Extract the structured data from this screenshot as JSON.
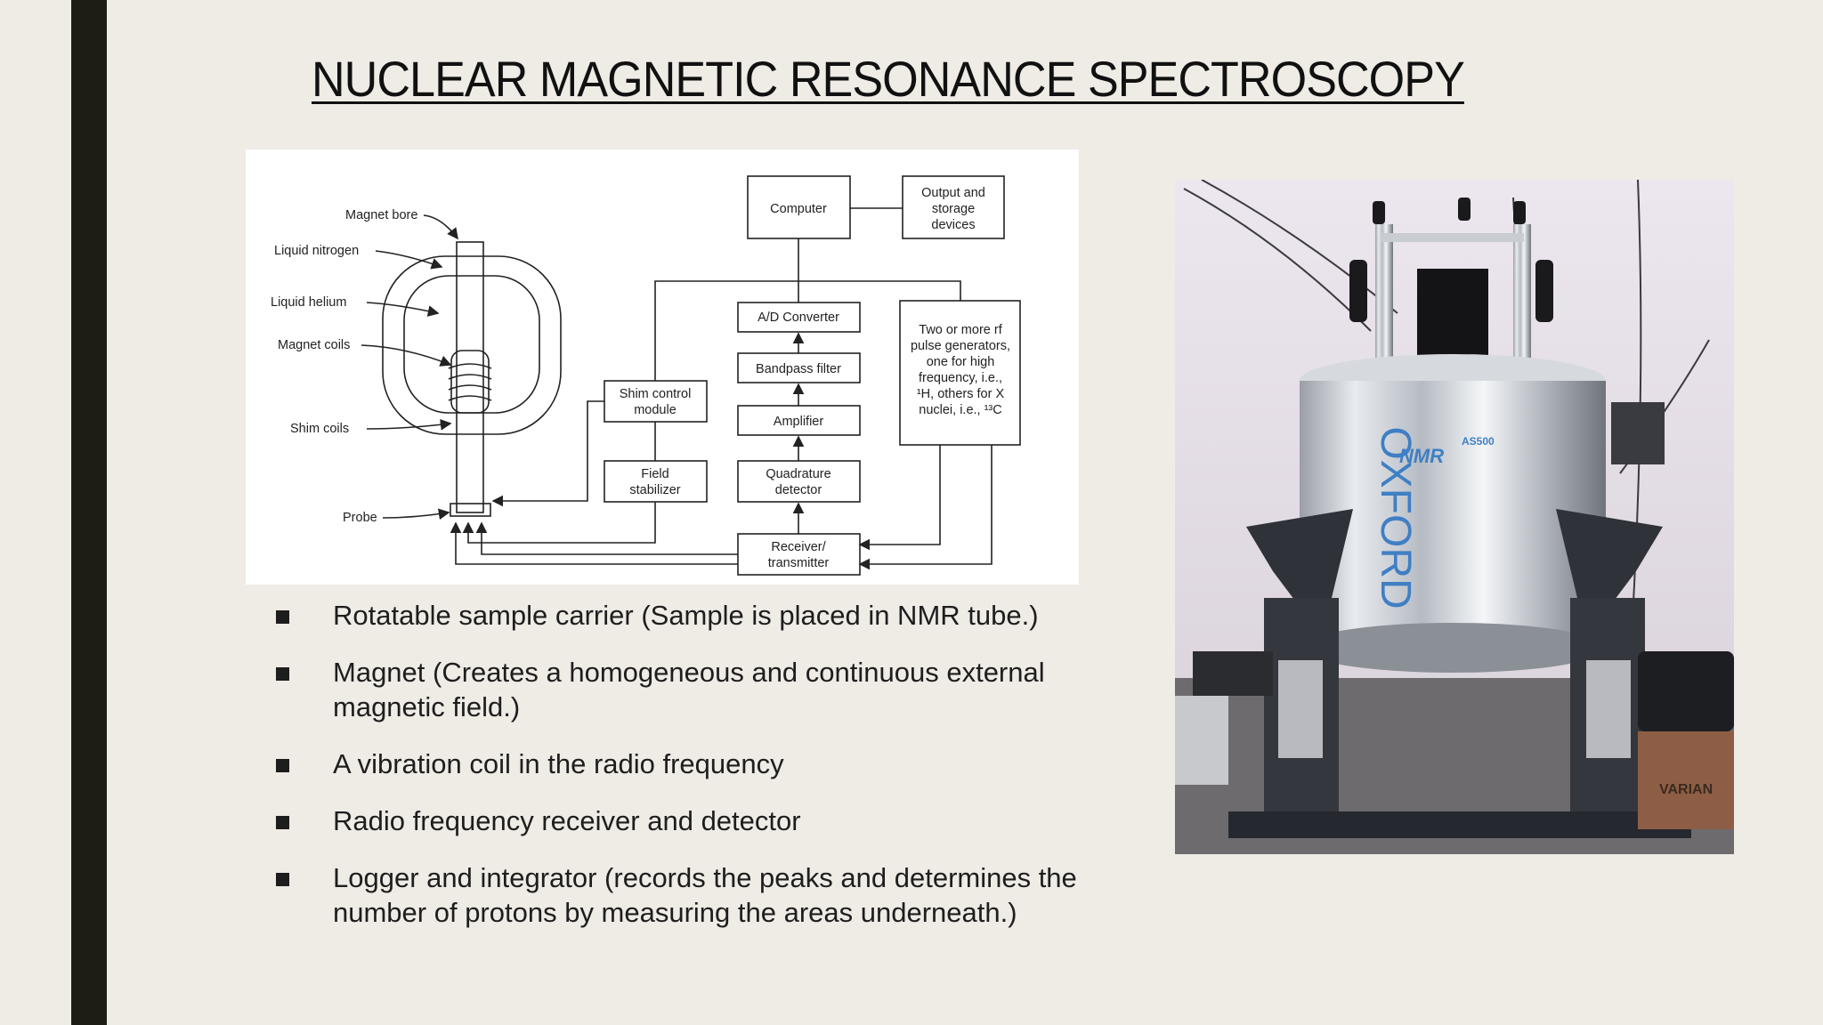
{
  "slide": {
    "title": "NUCLEAR MAGNETIC RESONANCE SPECTROSCOPY"
  },
  "diagram": {
    "labels": {
      "magnet_bore": "Magnet bore",
      "liquid_nitrogen": "Liquid nitrogen",
      "liquid_helium": "Liquid helium",
      "magnet_coils": "Magnet coils",
      "shim_coils": "Shim coils",
      "probe": "Probe",
      "computer": "Computer",
      "output_line1": "Output and",
      "output_line2": "storage",
      "output_line3": "devices",
      "ad_converter": "A/D Converter",
      "bandpass_filter": "Bandpass filter",
      "amplifier": "Amplifier",
      "quadrature_line1": "Quadrature",
      "quadrature_line2": "detector",
      "receiver_line1": "Receiver/",
      "receiver_line2": "transmitter",
      "shim_control_line1": "Shim control",
      "shim_control_line2": "module",
      "field_stabilizer_line1": "Field",
      "field_stabilizer_line2": "stabilizer",
      "rf_line1": "Two or more rf",
      "rf_line2": "pulse generators,",
      "rf_line3": "one for high",
      "rf_line4": "frequency, i.e.,",
      "rf_line5": "¹H, others for X",
      "rf_line6": "nuclei, i.e., ¹³C"
    }
  },
  "bullets": [
    "Rotatable sample carrier (Sample is placed in NMR tube.)",
    "Magnet (Creates a homogeneous and continuous external magnetic field.)",
    "A vibration coil in the radio frequency",
    "Radio frequency receiver and detector",
    "Logger and integrator (records the peaks and determines the number of protons by measuring the areas underneath.)"
  ],
  "photo": {
    "magnet_text": "OXFORD",
    "nmr_text": "NMR",
    "model_text": "AS500",
    "box_text": "VARIAN"
  }
}
